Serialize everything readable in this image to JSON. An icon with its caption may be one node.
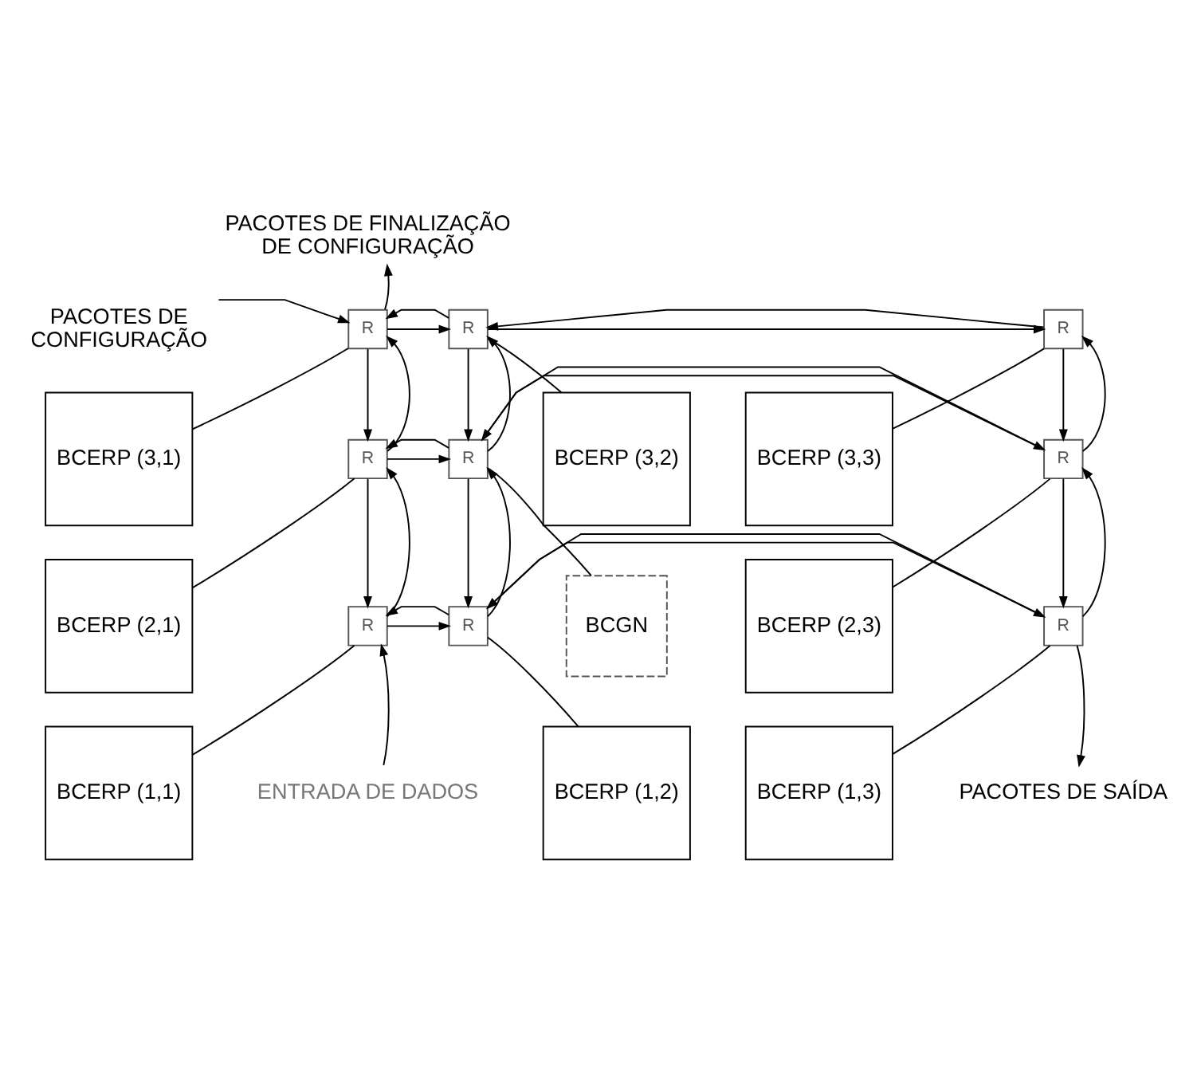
{
  "diagram": {
    "nodes": [
      {
        "text": [
          "PACOTES DE FINALIZAÇÃO DE CONFIGURAÇÃO"
        ]
      },
      {
        "text": [
          "PACOTES DE CONFIGURAÇÃO"
        ]
      },
      {
        "text": [
          "R"
        ]
      },
      {
        "text": [
          "R"
        ]
      },
      {
        "text": [
          "R"
        ]
      },
      {
        "text": [
          "BCERP (3,1)"
        ]
      },
      {
        "text": [
          "BCERP (3,2)"
        ]
      },
      {
        "text": [
          "BCERP (3,3)"
        ]
      },
      {
        "text": [
          "R"
        ]
      },
      {
        "text": [
          "R"
        ]
      },
      {
        "text": [
          "R"
        ]
      },
      {
        "text": [
          "BCERP (2,1)"
        ]
      },
      {
        "text": [
          "BCGN"
        ]
      },
      {
        "text": [
          "BCERP (2,3)"
        ]
      },
      {
        "text": [
          "R"
        ]
      },
      {
        "text": [
          "R"
        ]
      },
      {
        "text": [
          "R"
        ]
      },
      {
        "text": [
          "BCERP (1,1)"
        ]
      },
      {
        "text": [
          "ENTRADA DE DADOS"
        ]
      },
      {
        "text": [
          "BCERP (1,2)"
        ]
      },
      {
        "text": [
          "BCERP (1,3)"
        ]
      },
      {
        "text": [
          "PACOTES DE SAÍDA"
        ]
      }
    ],
    "edges": [
      {
        "from": 2,
        "to": 0,
        "arrow": "to"
      },
      {
        "from": 1,
        "to": 2,
        "arrow": "to"
      },
      {
        "from": 2,
        "to": 3,
        "arrow": "to"
      },
      {
        "from": 3,
        "to": 2,
        "arrow": "to"
      },
      {
        "from": 3,
        "to": 4,
        "arrow": "to"
      },
      {
        "from": 4,
        "to": 3,
        "arrow": "to"
      },
      {
        "from": 5,
        "to": 2,
        "arrow": "none"
      },
      {
        "from": 6,
        "to": 3,
        "arrow": "none"
      },
      {
        "from": 7,
        "to": 4,
        "arrow": "none"
      },
      {
        "from": 2,
        "to": 8,
        "arrow": "to"
      },
      {
        "from": 8,
        "to": 2,
        "arrow": "to"
      },
      {
        "from": 3,
        "to": 9,
        "arrow": "to"
      },
      {
        "from": 9,
        "to": 3,
        "arrow": "to"
      },
      {
        "from": 4,
        "to": 10,
        "arrow": "to"
      },
      {
        "from": 10,
        "to": 4,
        "arrow": "to"
      },
      {
        "from": 8,
        "to": 9,
        "arrow": "to"
      },
      {
        "from": 9,
        "to": 8,
        "arrow": "to"
      },
      {
        "from": 9,
        "to": 10,
        "arrow": "to"
      },
      {
        "from": 10,
        "to": 9,
        "arrow": "to"
      },
      {
        "from": 11,
        "to": 8,
        "arrow": "none"
      },
      {
        "from": 12,
        "to": 9,
        "arrow": "none"
      },
      {
        "from": 13,
        "to": 10,
        "arrow": "none"
      },
      {
        "from": 8,
        "to": 14,
        "arrow": "to"
      },
      {
        "from": 14,
        "to": 8,
        "arrow": "to"
      },
      {
        "from": 9,
        "to": 15,
        "arrow": "to"
      },
      {
        "from": 15,
        "to": 9,
        "arrow": "to"
      },
      {
        "from": 10,
        "to": 16,
        "arrow": "to"
      },
      {
        "from": 16,
        "to": 10,
        "arrow": "to"
      },
      {
        "from": 14,
        "to": 15,
        "arrow": "to"
      },
      {
        "from": 15,
        "to": 14,
        "arrow": "to"
      },
      {
        "from": 15,
        "to": 16,
        "arrow": "to"
      },
      {
        "from": 16,
        "to": 15,
        "arrow": "to"
      },
      {
        "from": 17,
        "to": 14,
        "arrow": "none"
      },
      {
        "from": 19,
        "to": 15,
        "arrow": "none"
      },
      {
        "from": 20,
        "to": 16,
        "arrow": "none"
      },
      {
        "from": 18,
        "to": 14,
        "arrow": "to"
      },
      {
        "from": 16,
        "to": 21,
        "arrow": "to"
      }
    ]
  }
}
